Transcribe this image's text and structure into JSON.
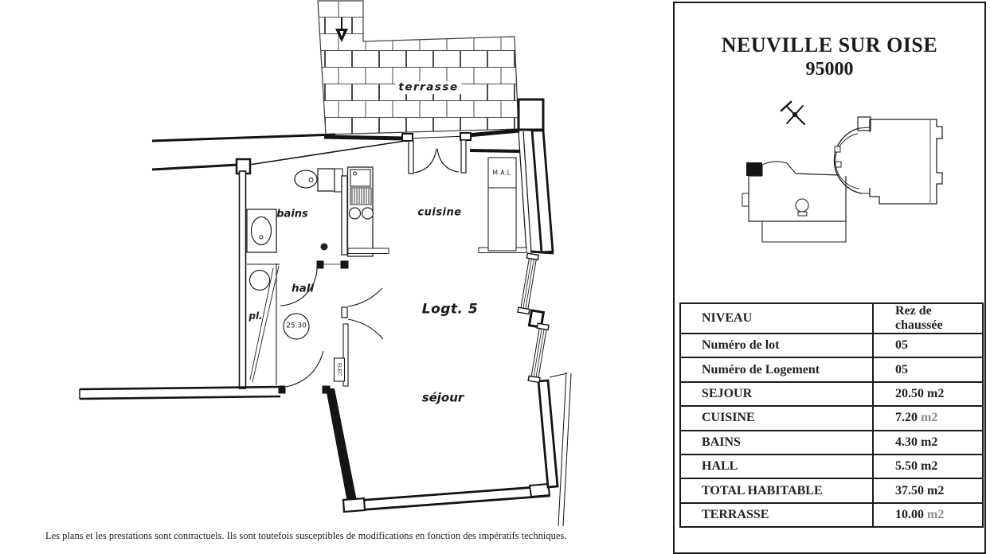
{
  "header": {
    "city": "NEUVILLE SUR OISE",
    "postal_code": "95000"
  },
  "plan": {
    "labels": {
      "terrasse": "terrasse",
      "bains": "bains",
      "cuisine": "cuisine",
      "hall": "hall",
      "closet": "pl.",
      "unit": "Logt. 5",
      "sejour": "séjour",
      "dim_circle": "25.30",
      "washing_machine": "M.A.L",
      "electrical": "ELEC"
    }
  },
  "table": {
    "rows": [
      {
        "label": "NIVEAU",
        "value": "Rez de chaussée",
        "unit": "",
        "unit_muted": false
      },
      {
        "label": "Numéro de lot",
        "value": "05",
        "unit": "",
        "unit_muted": false
      },
      {
        "label": "Numéro de Logement",
        "value": "05",
        "unit": "",
        "unit_muted": false
      },
      {
        "label": "SEJOUR",
        "value": "20.50",
        "unit": "m2",
        "unit_muted": false
      },
      {
        "label": "CUISINE",
        "value": "7.20",
        "unit": "m2",
        "unit_muted": true
      },
      {
        "label": "BAINS",
        "value": "4.30",
        "unit": "m2",
        "unit_muted": false
      },
      {
        "label": "HALL",
        "value": "5.50",
        "unit": "m2",
        "unit_muted": false
      },
      {
        "label": "TOTAL HABITABLE",
        "value": "37.50",
        "unit": "m2",
        "unit_muted": false
      },
      {
        "label": "TERRASSE",
        "value": "10.00",
        "unit": "m2",
        "unit_muted": true
      }
    ]
  },
  "footer": {
    "disclaimer": "Les plans et les prestations sont contractuels. Ils sont toutefois susceptibles de modifications en fonction des impératifs techniques."
  },
  "colors": {
    "ink": "#141414",
    "muted": "#8a8a8a",
    "paper": "#ffffff"
  }
}
